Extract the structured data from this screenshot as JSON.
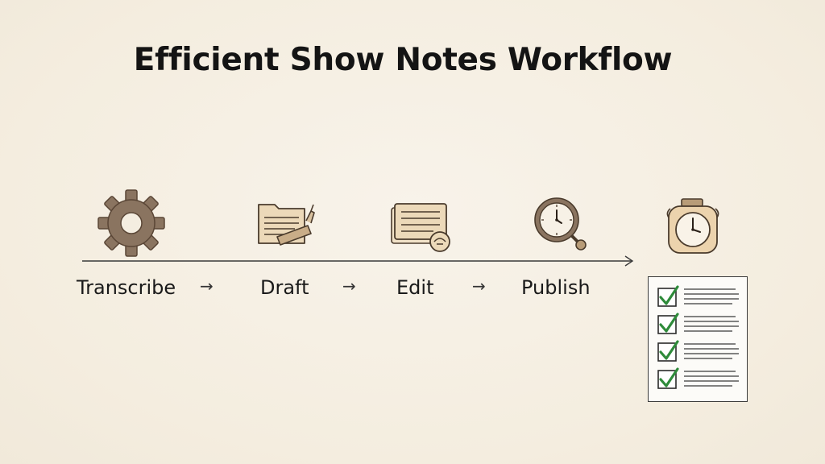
{
  "title": "Efficient Show Notes Workflow",
  "steps": [
    {
      "label": "Transcribe",
      "icon": "gear-icon"
    },
    {
      "label": "Draft",
      "icon": "folder-pen-icon"
    },
    {
      "label": "Edit",
      "icon": "document-edit-icon"
    },
    {
      "label": "Publish",
      "icon": "magnifier-clock-icon"
    }
  ],
  "arrow_glyph": "→",
  "end_icon": "alarm-clock-icon",
  "checklist": {
    "items_checked": [
      true,
      true,
      true,
      true
    ]
  },
  "colors": {
    "background": "#f5efe3",
    "icon_fill": "#e9d6b6",
    "icon_stroke": "#4a3b2c",
    "gear": "#8a7460",
    "check": "#2e8b3a"
  }
}
